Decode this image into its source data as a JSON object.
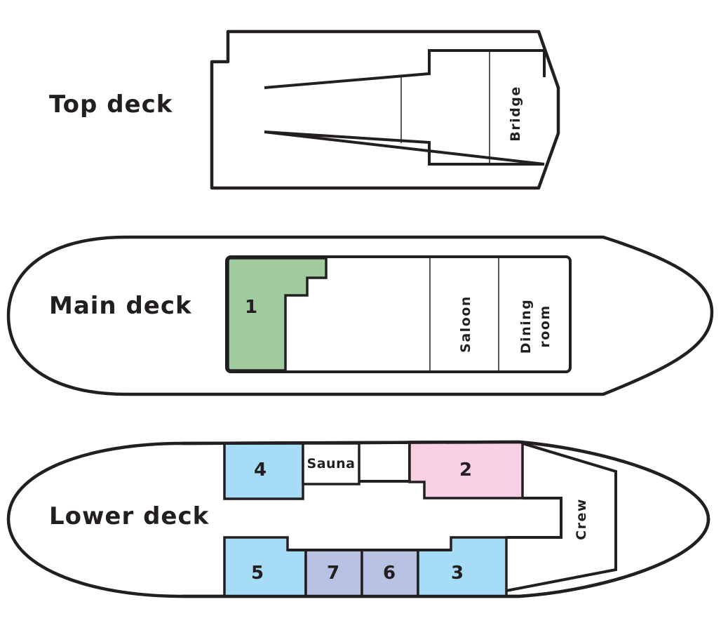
{
  "decks": {
    "top": {
      "label": "Top deck"
    },
    "main": {
      "label": "Main deck"
    },
    "lower": {
      "label": "Lower deck"
    }
  },
  "rooms": {
    "bridge": "Bridge",
    "cabin_1": "1",
    "saloon": "Saloon",
    "dining_line1": "Dining",
    "dining_line2": "room",
    "cabin_4": "4",
    "sauna": "Sauna",
    "cabin_2": "2",
    "crew": "Crew",
    "cabin_5": "5",
    "cabin_7": "7",
    "cabin_6": "6",
    "cabin_3": "3"
  },
  "colors": {
    "outline": "#231f20",
    "cabin_green": "#9fcb9f",
    "cabin_blue": "#a6dcf6",
    "cabin_pink": "#f8d0e3",
    "cabin_lavender": "#b7c1e2"
  }
}
